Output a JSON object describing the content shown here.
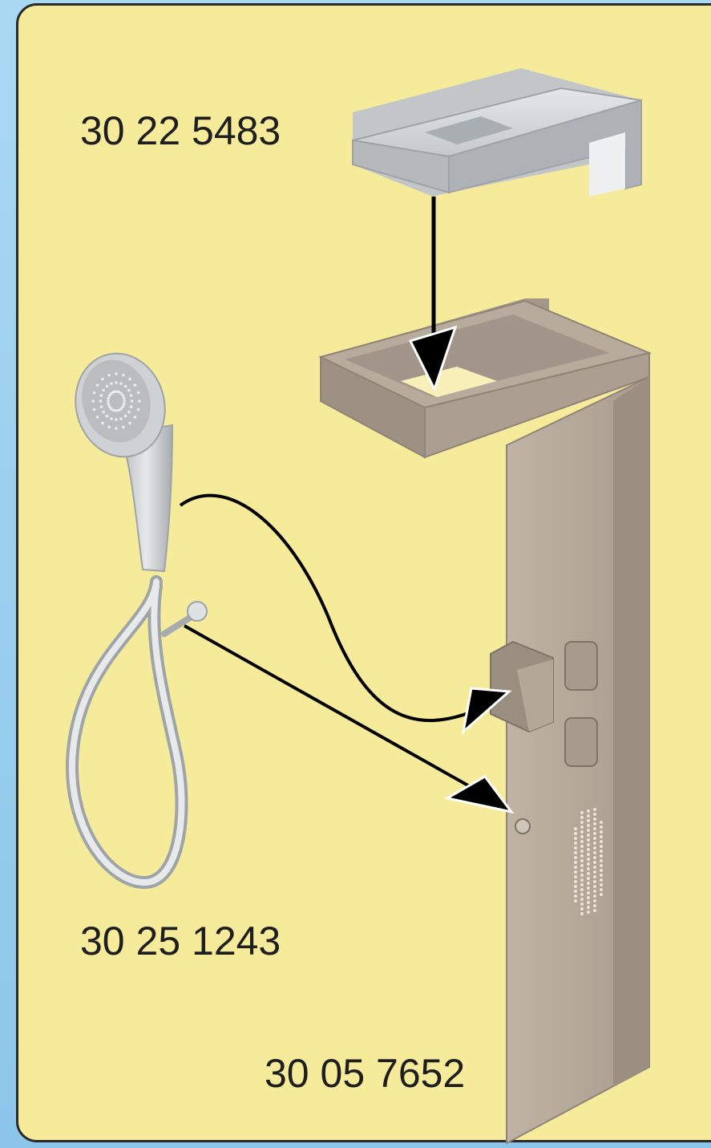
{
  "parts": {
    "top_cover": {
      "part_number": "30 22 5483"
    },
    "hand_shower": {
      "part_number": "30 25 1243"
    },
    "shower_panel": {
      "part_number": "30 05 7652"
    }
  },
  "colors": {
    "background": "#f6eb9a",
    "panel": "#b4a899",
    "cover": "#d3d6d8",
    "shower": "#c9ccce",
    "arrow": "#000000"
  }
}
